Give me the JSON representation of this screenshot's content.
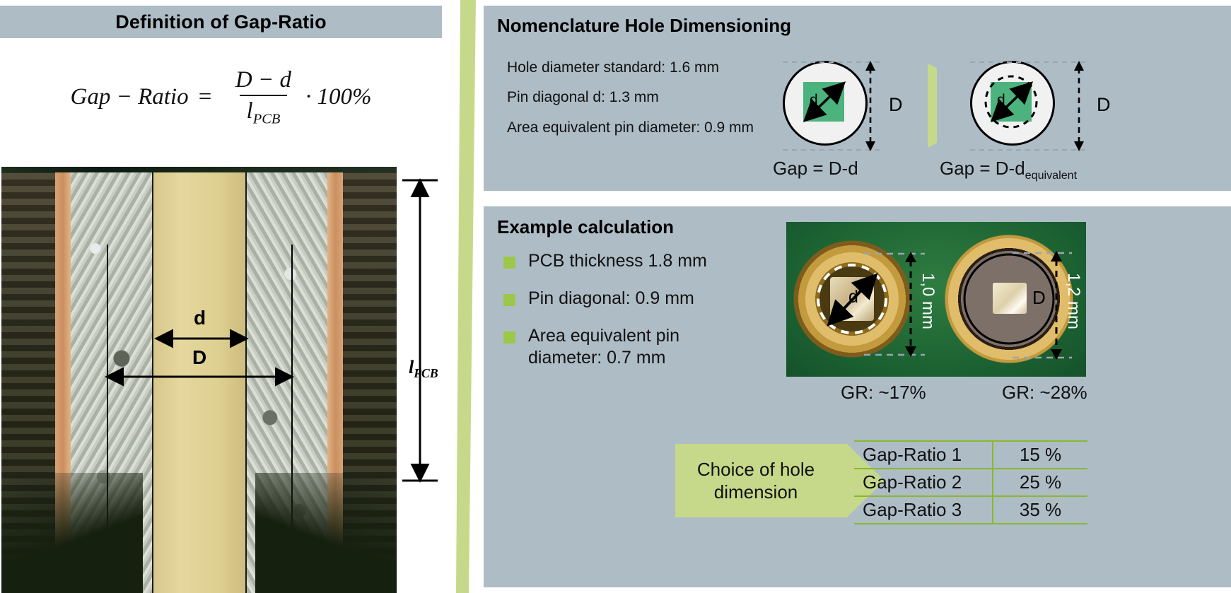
{
  "left": {
    "header_title": "Definition of Gap-Ratio",
    "formula": {
      "lhs": "Gap − Ratio",
      "equals": "=",
      "numerator": "D − d",
      "denominator_base": "l",
      "denominator_sub": "PCB",
      "multiplier": "· 100%"
    },
    "micrograph": {
      "label_d": "d",
      "label_D": "D",
      "thickness_label_base": "l",
      "thickness_label_sub": "PCB"
    }
  },
  "nomenclature": {
    "title": "Nomenclature Hole Dimensioning",
    "lines": [
      "Hole diameter standard: 1.6 mm",
      "Pin diagonal d: 1.3 mm",
      "Area equivalent pin diameter: 0.9 mm"
    ],
    "figures": [
      {
        "pin_label": "d",
        "dim_label": "D",
        "caption_base": "Gap = D-d",
        "caption_sub": "",
        "has_equivalent_circle": false
      },
      {
        "pin_label": "d",
        "dim_label": "D",
        "caption_base": "Gap = D-d",
        "caption_sub": "equivalent",
        "has_equivalent_circle": true
      }
    ]
  },
  "example": {
    "title": "Example calculation",
    "bullets": [
      "PCB thickness 1.8 mm",
      "Pin diagonal: 0.9 mm",
      "Area equivalent pin diameter: 0.7 mm"
    ],
    "photo": {
      "left_hole": {
        "pin_label": "d",
        "dim_text": "1,0 mm"
      },
      "right_hole": {
        "dim_label": "D",
        "dim_text": "1,2 mm"
      }
    },
    "captions": {
      "left": "GR: ~17%",
      "right": "GR: ~28%"
    },
    "choice_arrow": {
      "line1": "Choice of hole",
      "line2": "dimension"
    },
    "table": {
      "rows": [
        {
          "name": "Gap-Ratio 1",
          "value": "15 %"
        },
        {
          "name": "Gap-Ratio 2",
          "value": "25 %"
        },
        {
          "name": "Gap-Ratio 3",
          "value": "35 %"
        }
      ]
    }
  },
  "colors": {
    "panel_bg": "#aebcc6",
    "accent_green": "#c6d98a",
    "bullet_green": "#9dc74a",
    "table_line": "#8ab82b",
    "pin_green": "#4cb37e"
  }
}
